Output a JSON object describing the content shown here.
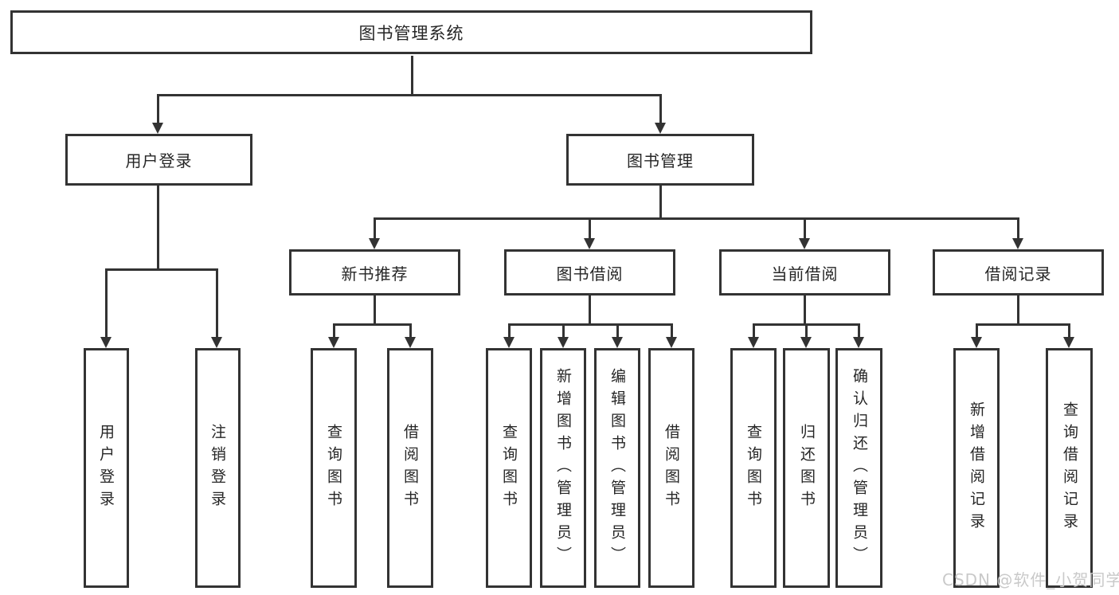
{
  "root": "图书管理系统",
  "level2": {
    "left": "用户登录",
    "right": "图书管理"
  },
  "level3": {
    "g1": "新书推荐",
    "g2": "图书借阅",
    "g3": "当前借阅",
    "g4": "借阅记录"
  },
  "leaves": {
    "login": [
      "用户登录",
      "注销登录"
    ],
    "g1": [
      "查询图书",
      "借阅图书"
    ],
    "g2": [
      "查询图书",
      "新增图书（管理员）",
      "编辑图书（管理员）",
      "借阅图书"
    ],
    "g3": [
      "查询图书",
      "归还图书",
      "确认归还（管理员）"
    ],
    "g4": [
      "新增借阅记录",
      "查询借阅记录"
    ]
  },
  "watermark": "CSDN @软件_小贺同学",
  "colors": {
    "line": "#333333",
    "box_fill": "#ffffff",
    "text": "#262626",
    "watermark": "#c9c9c9",
    "background": "#ffffff"
  }
}
